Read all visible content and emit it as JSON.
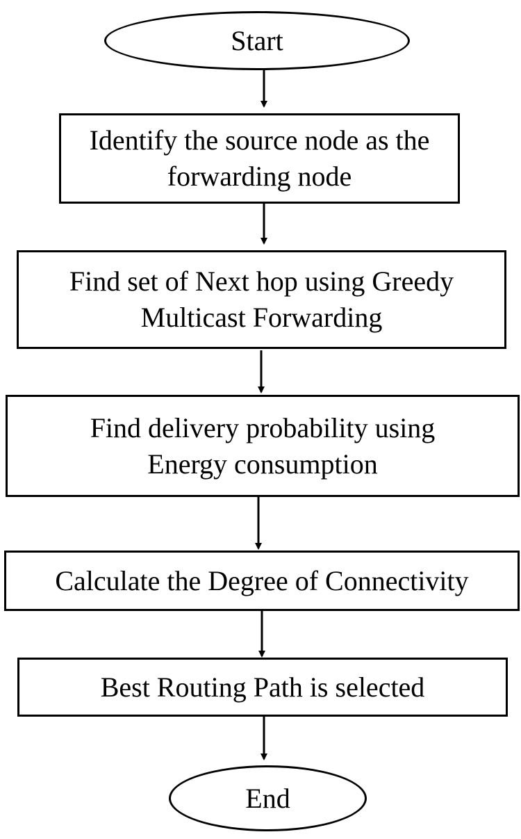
{
  "flowchart": {
    "start": "Start",
    "steps": [
      "Identify the source node as the forwarding node",
      "Find set of Next hop using Greedy Multicast Forwarding",
      "Find delivery probability using Energy consumption",
      "Calculate the Degree of Connectivity",
      "Best Routing Path is selected"
    ],
    "end": "End"
  }
}
